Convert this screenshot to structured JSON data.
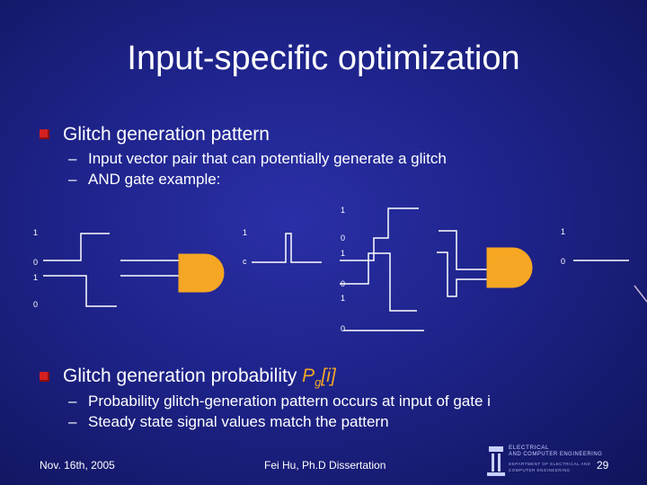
{
  "slide": {
    "title": "Input-specific optimization",
    "bullets": [
      {
        "text": "Glitch generation pattern",
        "sub": [
          "Input vector pair that can potentially generate a glitch",
          "AND gate example:"
        ]
      },
      {
        "text_main": "Glitch generation probability ",
        "text_p": "P",
        "text_sub": "g",
        "text_idx": "[i]",
        "sub": [
          "Probability glitch-generation pattern occurs at input of gate i",
          "Steady state signal values match the pattern"
        ]
      }
    ],
    "dash": "–"
  },
  "diagram": {
    "left_labels": [
      "1",
      "0",
      "1",
      "0"
    ],
    "mid_labels": [
      "1",
      "c"
    ],
    "right_labels": [
      "1",
      "0",
      "1",
      "0",
      "1",
      "0"
    ],
    "out_labels": [
      "1",
      "0"
    ]
  },
  "footer": {
    "date": "Nov. 16th, 2005",
    "author": "Fei Hu, Ph.D Dissertation",
    "page": "29"
  },
  "logo": {
    "line1": "ELECTRICAL",
    "line2": "AND COMPUTER ENGINEERING",
    "line3": "DEPARTMENT OF ELECTRICAL AND COMPUTER ENGINEERING"
  },
  "colors": {
    "bullet": "#d42020",
    "background": "#1e238a"
  }
}
